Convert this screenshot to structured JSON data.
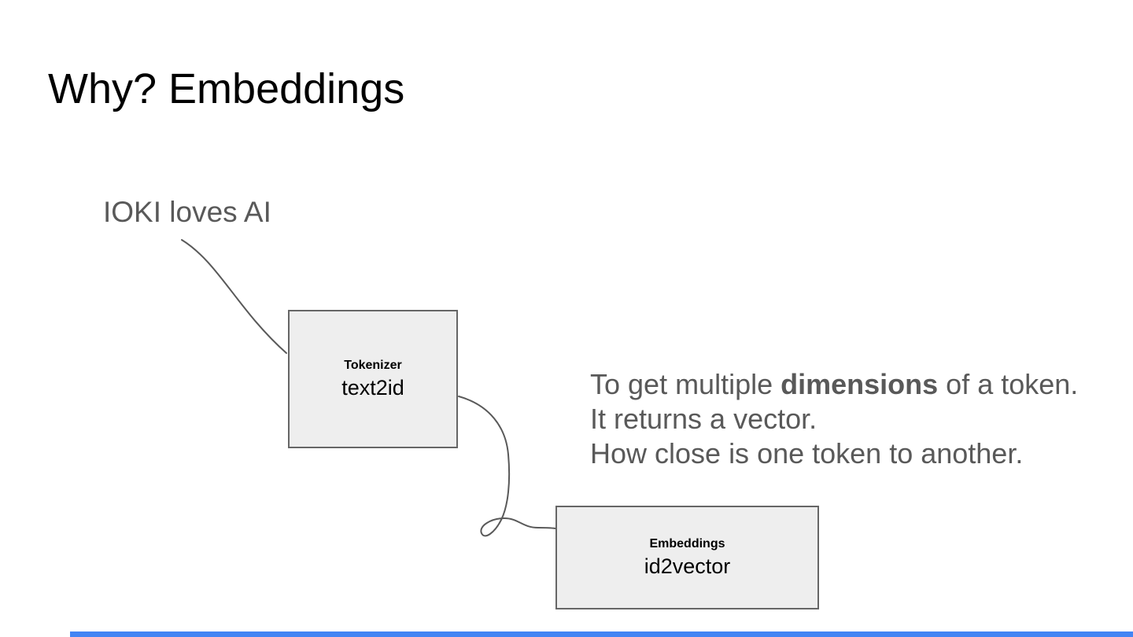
{
  "slide": {
    "title": "Why? Embeddings",
    "input_text": "IOKI loves AI",
    "nodes": [
      {
        "title": "Tokenizer",
        "subtitle": "text2id"
      },
      {
        "title": "Embeddings",
        "subtitle": "id2vector"
      }
    ],
    "description": {
      "line1_prefix": "To get multiple ",
      "line1_bold": "dimensions",
      "line1_suffix": " of a token.",
      "line2": "It returns a vector.",
      "line3": "How close is one token to another."
    },
    "colors": {
      "title_text": "#000000",
      "body_text": "#595959",
      "node_fill": "#eeeeee",
      "node_border": "#666666",
      "connector": "#595959",
      "bottom_bar": "#4285f4"
    }
  }
}
